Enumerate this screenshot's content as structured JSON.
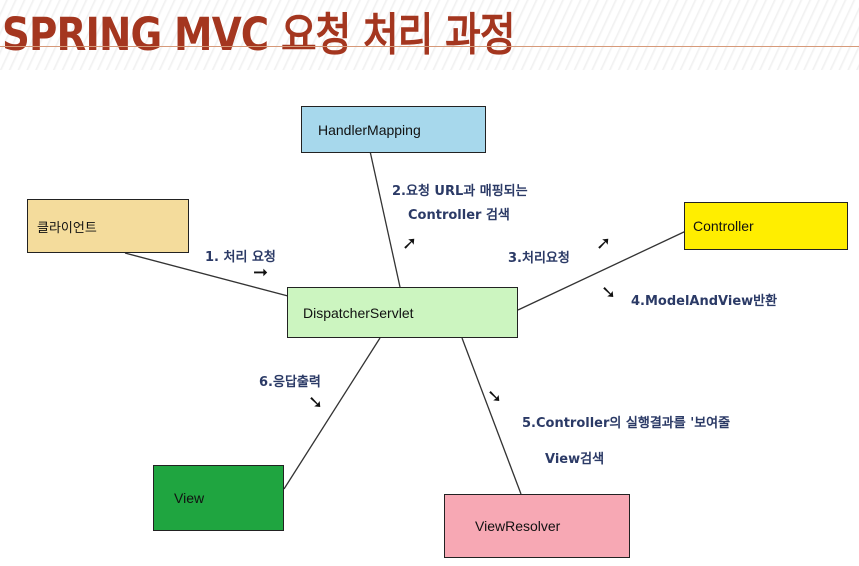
{
  "title": "SPRING MVC 요청 처리 과정",
  "colors": {
    "title": "#a4361f",
    "handler_mapping": "#a7d8ec",
    "client": "#f4dc9c",
    "dispatcher": "#ccf5c0",
    "controller": "#ffee00",
    "view": "#1fa540",
    "view_resolver": "#f7a8b4",
    "label_text": "#2b3a66"
  },
  "nodes": {
    "handler_mapping": "HandlerMapping",
    "client": "클라이언트",
    "dispatcher": "DispatcherServlet",
    "controller": "Controller",
    "view": "View",
    "view_resolver": "ViewResolver"
  },
  "labels": {
    "step1": "1. 처리 요청",
    "step2_line1": "2.요청 URL과 매핑되는",
    "step2_line2": "Controller 검색",
    "step3": "3.처리요청",
    "step4": "4.ModelAndView반환",
    "step5_line1": "5.Controller의 실행결과를 '보여줄",
    "step5_line2": "View검색",
    "step6": "6.응답출력"
  },
  "arrows": {
    "step1": "➞",
    "step2": "➚",
    "step3": "➚",
    "step4": "➘",
    "step5": "➘",
    "step6": "➘"
  }
}
